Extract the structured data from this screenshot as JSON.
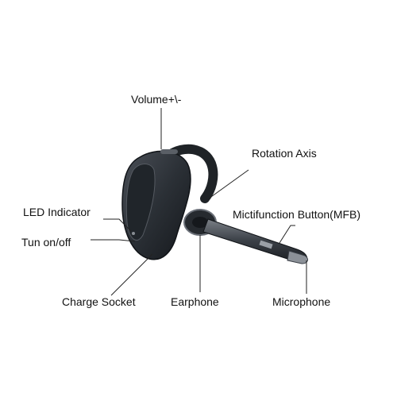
{
  "diagram": {
    "labels": {
      "volume": "Volume+\\-",
      "rotation": "Rotation Axis",
      "led": "LED Indicator",
      "mfb": "Mictifunction Button(MFB)",
      "power": "Tun on/off",
      "charge": "Charge Socket",
      "earphone": "Earphone",
      "microphone": "Microphone"
    },
    "colors": {
      "body": "#2b3036",
      "line": "#222222",
      "accent": "#6b7078"
    }
  }
}
